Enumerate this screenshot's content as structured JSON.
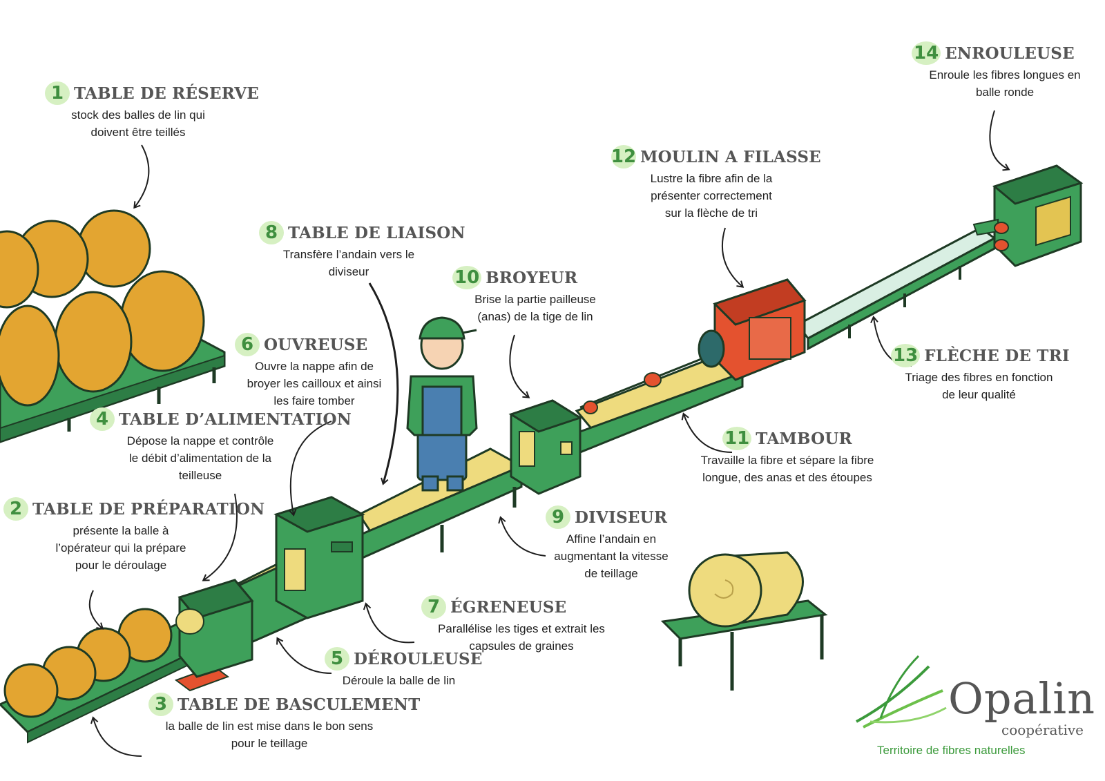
{
  "colors": {
    "machine": "#3ea05a",
    "machine_dark": "#2d7d45",
    "outline": "#1e3a24",
    "bale": "#e3a531",
    "bale_light": "#eedb7e",
    "red_machine": "#e4522f",
    "number_bg": "#d6f0c2",
    "number_text": "#3f8f3f",
    "brand_green": "#3b9a3b"
  },
  "steps": [
    {
      "number": "1",
      "title": "TABLE DE RÉSERVE",
      "desc": [
        "stock des balles de lin qui",
        "doivent être teillés"
      ]
    },
    {
      "number": "2",
      "title": "TABLE DE PRÉPARATION",
      "desc": [
        "présente la balle à",
        "l’opérateur qui la prépare",
        "pour le déroulage"
      ]
    },
    {
      "number": "3",
      "title": "TABLE DE BASCULEMENT",
      "desc": [
        "la balle de lin est mise dans le bon sens",
        "pour le teillage"
      ]
    },
    {
      "number": "4",
      "title": "TABLE D’ALIMENTATION",
      "desc": [
        "Dépose la nappe et contrôle",
        "le débit d’alimentation de la",
        "teilleuse"
      ]
    },
    {
      "number": "5",
      "title": "DÉROULEUSE",
      "desc": [
        "Déroule la balle de lin"
      ]
    },
    {
      "number": "6",
      "title": "OUVREUSE",
      "desc": [
        "Ouvre la nappe afin de",
        "broyer les cailloux et ainsi",
        "les faire tomber"
      ]
    },
    {
      "number": "7",
      "title": "ÉGRENEUSE",
      "desc": [
        "Parallélise les tiges et extrait les",
        "capsules de graines"
      ]
    },
    {
      "number": "8",
      "title": "TABLE DE LIAISON",
      "desc": [
        "Transfère l’andain vers le",
        "diviseur"
      ]
    },
    {
      "number": "9",
      "title": "DIVISEUR",
      "desc": [
        "Affine l’andain en",
        "augmentant la vitesse",
        "de teillage"
      ]
    },
    {
      "number": "10",
      "title": "BROYEUR",
      "desc": [
        "Brise la partie pailleuse",
        "(anas) de la tige de lin"
      ]
    },
    {
      "number": "11",
      "title": "TAMBOUR",
      "desc": [
        "Travaille la fibre et sépare la fibre",
        "longue, des anas et des étoupes"
      ]
    },
    {
      "number": "12",
      "title": "MOULIN A FILASSE",
      "desc": [
        "Lustre la fibre afin de la",
        "présenter correctement",
        "sur la flèche de tri"
      ]
    },
    {
      "number": "13",
      "title": "FLÈCHE DE TRI",
      "desc": [
        "Triage des fibres en fonction",
        "de leur qualité"
      ]
    },
    {
      "number": "14",
      "title": "ENROULEUSE",
      "desc": [
        "Enroule les fibres longues en",
        "balle ronde"
      ]
    }
  ],
  "logo": {
    "name": "Opalin",
    "subtitle": "coopérative",
    "tagline": "Territoire de fibres naturelles"
  }
}
